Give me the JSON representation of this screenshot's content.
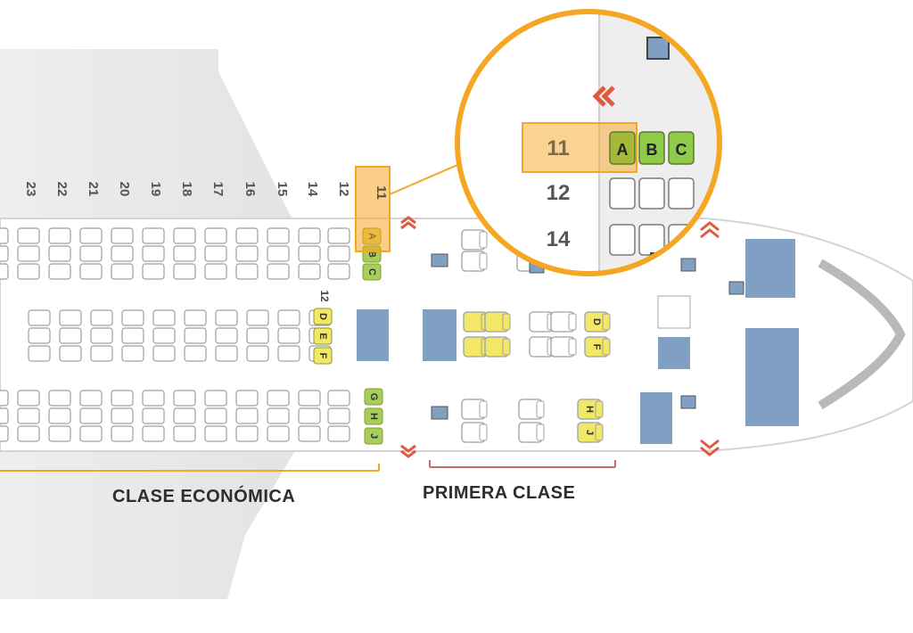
{
  "economy": {
    "label": "CLASE ECONÓMICA",
    "row_numbers": [
      "23",
      "22",
      "21",
      "20",
      "19",
      "18",
      "17",
      "16",
      "15",
      "14",
      "12"
    ],
    "highlight_row": "11",
    "row_label_small": "12",
    "highlight_seats_left": [
      "A",
      "B",
      "C"
    ],
    "highlight_seats_middle": [
      "D",
      "E",
      "F"
    ],
    "highlight_seats_right": [
      "G",
      "H",
      "J"
    ]
  },
  "first_class": {
    "label": "PRIMERA CLASE",
    "seats_middle": [
      "D",
      "F"
    ],
    "seats_right": [
      "H",
      "J"
    ]
  },
  "zoom": {
    "row_11": "11",
    "row_12": "12",
    "row_14": "14",
    "seats": [
      "A",
      "B",
      "C"
    ]
  },
  "colors": {
    "accent_orange": "#f5a623",
    "seat_yellow": "#f2e866",
    "seat_green": "#7dc242",
    "exit_red": "#e05a40",
    "galley_blue": "#7f9fc3",
    "seat_outline": "#9aa0a6"
  }
}
